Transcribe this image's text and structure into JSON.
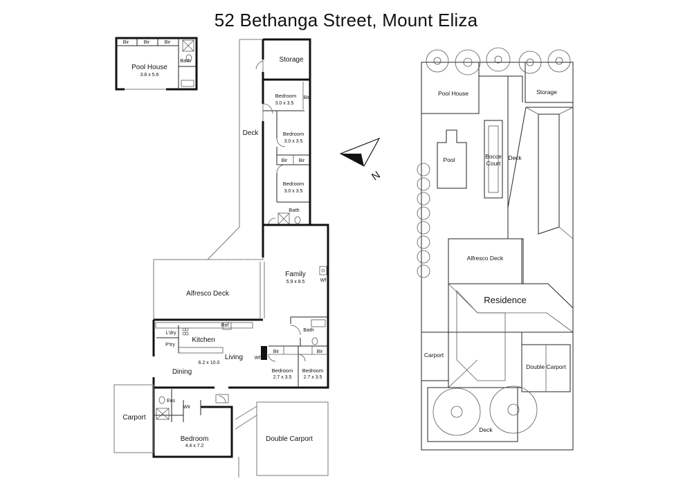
{
  "title": "52 Bethanga Street, Mount Eliza",
  "compass": {
    "label": "N"
  },
  "floor_plan": {
    "pool_house": {
      "name": "Pool House",
      "size": "3.8 x 5.6",
      "bath": "Bath",
      "bir": "Bir"
    },
    "storage": "Storage",
    "deck": "Deck",
    "bedroom_1": {
      "name": "Bedroom",
      "size": "3.0 x 3.5",
      "bir": "Bir"
    },
    "bedroom_2": {
      "name": "Bedroom",
      "size": "3.0 x 3.5"
    },
    "bedroom_3": {
      "name": "Bedroom",
      "size": "3.0 x 3.5"
    },
    "bir": "Bir",
    "bath": "Bath",
    "family": {
      "name": "Family",
      "size": "5.9 x 8.5",
      "wf": "Wf"
    },
    "alfresco": "Alfresco Deck",
    "kitchen": "Kitchen",
    "ldry": "L'dry",
    "ptry": "P'try",
    "ref": "Ref",
    "living": {
      "name": "Living",
      "size": "6.2 x 10.0",
      "wf": "Wf"
    },
    "dining": "Dining",
    "bath_2": "Bath",
    "bedroom_4": {
      "name": "Bedroom",
      "size": "2.7 x 3.5"
    },
    "bedroom_5": {
      "name": "Bedroom",
      "size": "2.7 x 3.5"
    },
    "ens": "Ens",
    "wir": "Wir",
    "carport": "Carport",
    "main_bedroom": {
      "name": "Bedroom",
      "size": "4.4 x 7.2"
    },
    "double_carport": "Double Carport"
  },
  "site_plan": {
    "pool_house": "Pool House",
    "storage": "Storage",
    "pool": "Pool",
    "bocce_line1": "Bocce",
    "bocce_line2": "Court",
    "deck": "Deck",
    "alfresco": "Alfresco Deck",
    "residence": "Residence",
    "carport": "Carport",
    "double_carport": "Double Carport",
    "front_deck": "Deck"
  }
}
